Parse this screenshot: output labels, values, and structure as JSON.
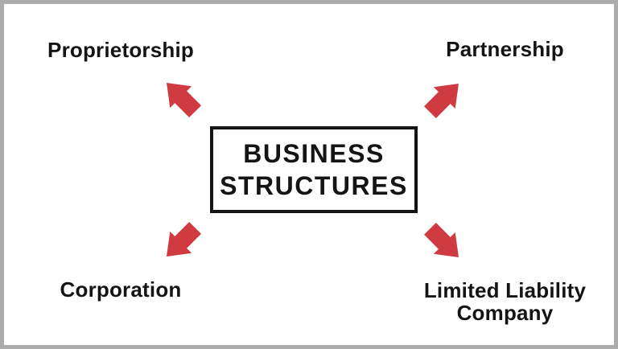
{
  "diagram": {
    "title": "BUSINESS STRUCTURES",
    "center": {
      "lines": [
        "BUSINESS",
        "STRUCTURES"
      ]
    },
    "nodes": [
      {
        "label": "Proprietorship",
        "position": "top-left"
      },
      {
        "label": "Partnership",
        "position": "top-right"
      },
      {
        "label": "Corporation",
        "position": "bottom-left"
      },
      {
        "label": "Limited Liability Company",
        "position": "bottom-right"
      }
    ],
    "colors": {
      "arrow": "#CF3B41",
      "text": "#141414",
      "box_border": "#141414",
      "frame_border": "#ABABAB",
      "background": "#FFFFFF"
    }
  }
}
